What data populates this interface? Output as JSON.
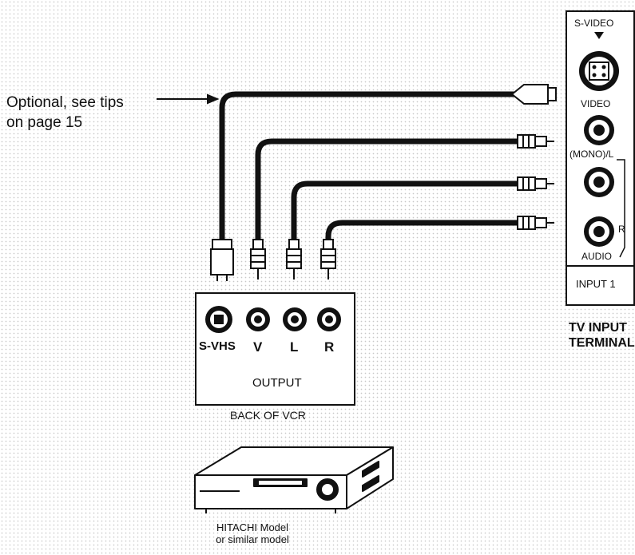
{
  "note": {
    "line1": "Optional, see tips",
    "line2": "on page 15"
  },
  "tv_panel": {
    "svideo_label": "S-VIDEO",
    "video_label": "VIDEO",
    "mono_label": "(MONO)/L",
    "r_label": "R",
    "audio_label": "AUDIO",
    "input_label": "INPUT 1"
  },
  "tv_caption": {
    "line1": "TV INPUT",
    "line2": "TERMINAL"
  },
  "vcr_panel": {
    "jacks": [
      "S-VHS",
      "V",
      "L",
      "R"
    ],
    "output_label": "OUTPUT",
    "caption": "BACK OF VCR"
  },
  "vcr_device": {
    "caption_line1": "HITACHI Model",
    "caption_line2": "or similar model"
  }
}
